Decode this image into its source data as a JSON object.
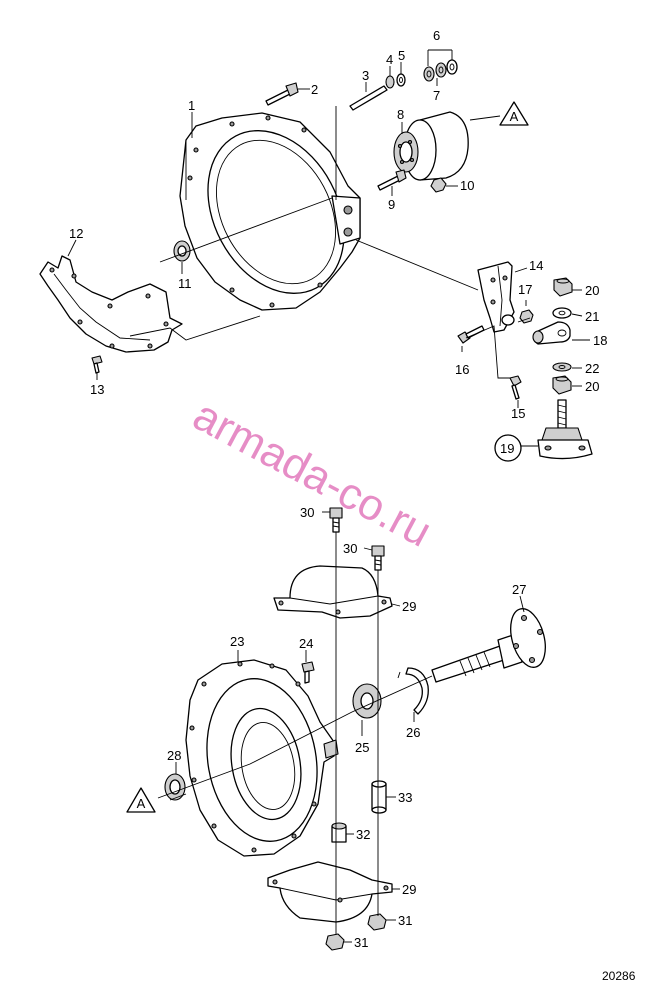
{
  "drawing": {
    "watermark": "armada-co.ru",
    "reference_number": "20286",
    "view_marker": "A",
    "callouts": [
      "1",
      "2",
      "3",
      "4",
      "5",
      "6",
      "7",
      "8",
      "9",
      "10",
      "11",
      "12",
      "13",
      "14",
      "15",
      "16",
      "17",
      "18",
      "19",
      "20",
      "21",
      "22",
      "20",
      "23",
      "24",
      "25",
      "26",
      "27",
      "28",
      "29",
      "29",
      "30",
      "30",
      "31",
      "31",
      "32",
      "33"
    ]
  }
}
